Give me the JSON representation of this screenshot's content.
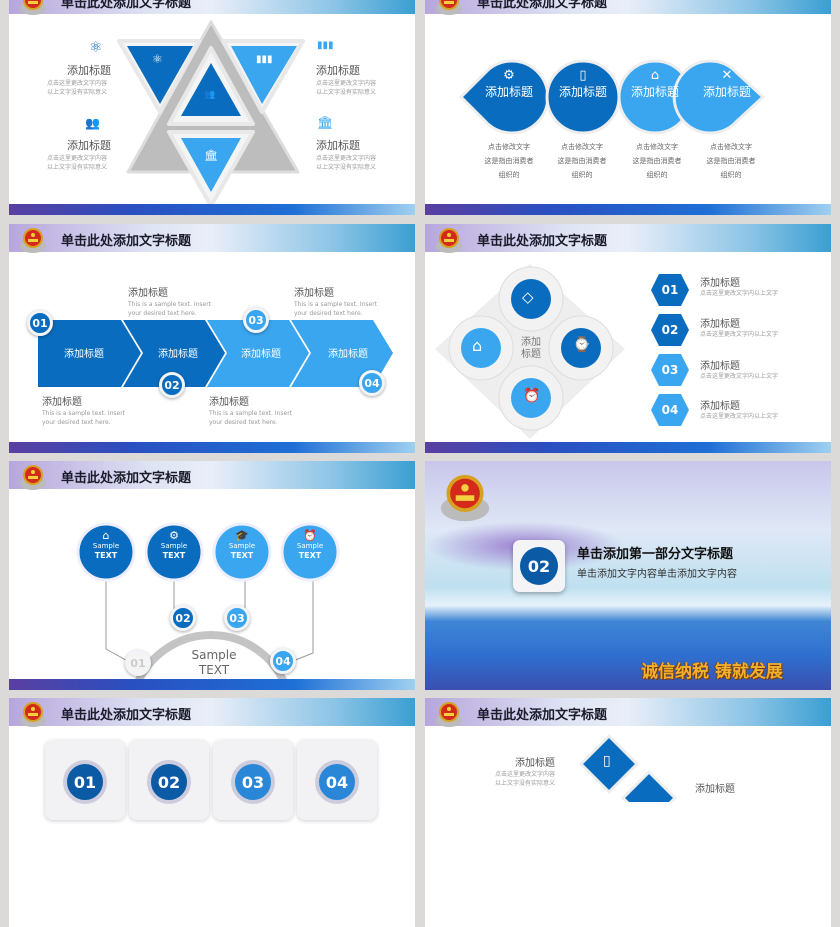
{
  "header_title": "单击此处添加文字标题",
  "colors": {
    "dark_blue": "#0a6cbe",
    "light_blue": "#3aa6ef",
    "background": "#dcdad8"
  },
  "slide1": {
    "icons": [
      "atom-icon",
      "bar-chart-icon",
      "people-group-icon",
      "bank-icon"
    ],
    "items": [
      {
        "title": "添加标题",
        "desc1": "点击这里更改文字内容",
        "desc2": "以上文字没有实际意义"
      },
      {
        "title": "添加标题",
        "desc1": "点击这里更改文字内容",
        "desc2": "以上文字没有实际意义"
      },
      {
        "title": "添加标题",
        "desc1": "点击这里更改文字内容",
        "desc2": "以上文字没有实际意义"
      },
      {
        "title": "添加标题",
        "desc1": "点击这里更改文字内容",
        "desc2": "以上文字没有实际意义"
      }
    ]
  },
  "slide2": {
    "items": [
      {
        "icon": "gears-icon",
        "title": "添加标题",
        "l1": "点击修改文字",
        "l2": "这是指由消费者",
        "l3": "组织的"
      },
      {
        "icon": "phone-icon",
        "title": "添加标题",
        "l1": "点击修改文字",
        "l2": "这是指由消费者",
        "l3": "组织的"
      },
      {
        "icon": "home-icon",
        "title": "添加标题",
        "l1": "点击修改文字",
        "l2": "这是指由消费者",
        "l3": "组织的"
      },
      {
        "icon": "arrows-cross-icon",
        "title": "添加标题",
        "l1": "点击修改文字",
        "l2": "这是指由消费者",
        "l3": "组织的"
      }
    ]
  },
  "slide3": {
    "steps": [
      {
        "num": "01",
        "label": "添加标题"
      },
      {
        "num": "02",
        "label": "添加标题"
      },
      {
        "num": "03",
        "label": "添加标题"
      },
      {
        "num": "04",
        "label": "添加标题"
      }
    ],
    "notes": [
      {
        "title": "添加标题",
        "l1": "This is a sample text. Insert",
        "l2": "your desired text here."
      },
      {
        "title": "添加标题",
        "l1": "This is a sample text. Insert",
        "l2": "your desired text here."
      },
      {
        "title": "添加标题",
        "l1": "This is a sample text. Insert",
        "l2": "your desired text here."
      },
      {
        "title": "添加标题",
        "l1": "This is a sample text. Insert",
        "l2": "your desired text here."
      }
    ]
  },
  "slide4": {
    "center1": "添加",
    "center2": "标题",
    "icons": [
      "diamond-icon",
      "home-icon",
      "watch-icon",
      "alarm-clock-icon"
    ],
    "items": [
      {
        "num": "01",
        "title": "添加标题",
        "desc": "点击这里更改文字内以上文字"
      },
      {
        "num": "02",
        "title": "添加标题",
        "desc": "点击这里更改文字内以上文字"
      },
      {
        "num": "03",
        "title": "添加标题",
        "desc": "点击这里更改文字内以上文字"
      },
      {
        "num": "04",
        "title": "添加标题",
        "desc": "点击这里更改文字内以上文字"
      }
    ]
  },
  "slide5": {
    "circles": [
      {
        "icon": "home-icon",
        "l1": "Sample",
        "l2": "TEXT"
      },
      {
        "icon": "gear-icon",
        "l1": "Sample",
        "l2": "TEXT"
      },
      {
        "icon": "graduation-cap-icon",
        "l1": "Sample",
        "l2": "TEXT"
      },
      {
        "icon": "alarm-clock-icon",
        "l1": "Sample",
        "l2": "TEXT"
      }
    ],
    "nums": [
      "01",
      "02",
      "03",
      "04"
    ],
    "center1": "Sample",
    "center2": "TEXT"
  },
  "slide6": {
    "num": "02",
    "title": "单击添加第一部分文字标题",
    "subtitle": "单击添加文字内容单击添加文字内容",
    "slogan": "诚信纳税 铸就发展"
  },
  "slide7": {
    "nums": [
      "01",
      "02",
      "03",
      "04"
    ]
  },
  "slide8": {
    "item1": {
      "title": "添加标题",
      "desc1": "点击这里更改文字内容",
      "desc2": "以上文字没有实际意义"
    },
    "item2": {
      "title": "添加标题"
    }
  }
}
